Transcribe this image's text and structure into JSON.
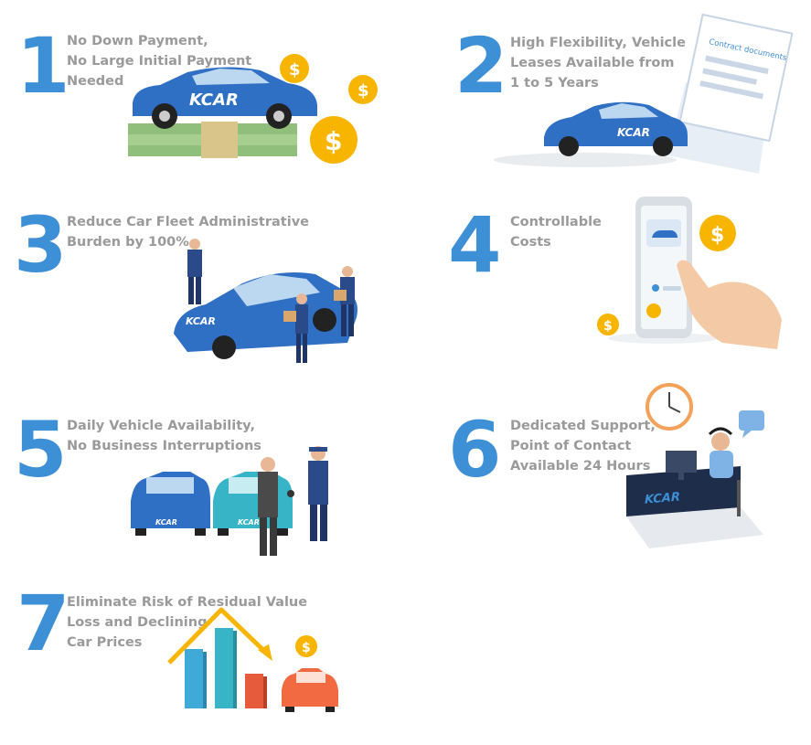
{
  "brand": {
    "logo_text": "KCAR",
    "accent": "#3d8fd6",
    "car_blue": "#2f6fc4",
    "teal": "#37b5c6",
    "coin": "#f7b500",
    "caption_gray": "#9a9a9a"
  },
  "benefits": [
    {
      "number": "1",
      "lines": [
        "No Down Payment,",
        "No Large Initial Payment",
        "Needed"
      ],
      "illustration": "car-on-money-coins"
    },
    {
      "number": "2",
      "lines": [
        "High Flexibility, Vehicle",
        "Leases Available from",
        "1 to 5 Years"
      ],
      "illustration": "car-laptop-contract",
      "doc_title": "Contract documents"
    },
    {
      "number": "3",
      "lines": [
        "Reduce Car Fleet Administrative",
        "Burden by 100%"
      ],
      "illustration": "car-with-service-staff"
    },
    {
      "number": "4",
      "lines": [
        "Controllable",
        "Costs"
      ],
      "illustration": "phone-hand-coins"
    },
    {
      "number": "5",
      "lines": [
        "Daily Vehicle Availability,",
        "No Business Interruptions"
      ],
      "illustration": "cars-key-handover"
    },
    {
      "number": "6",
      "lines": [
        "Dedicated Support,",
        "Point of Contact",
        "Available 24 Hours"
      ],
      "illustration": "support-desk-clock"
    },
    {
      "number": "7",
      "lines": [
        "Eliminate Risk of Residual Value",
        "Loss and Declining",
        "Car Prices"
      ],
      "illustration": "bar-chart-arrow-car"
    }
  ]
}
